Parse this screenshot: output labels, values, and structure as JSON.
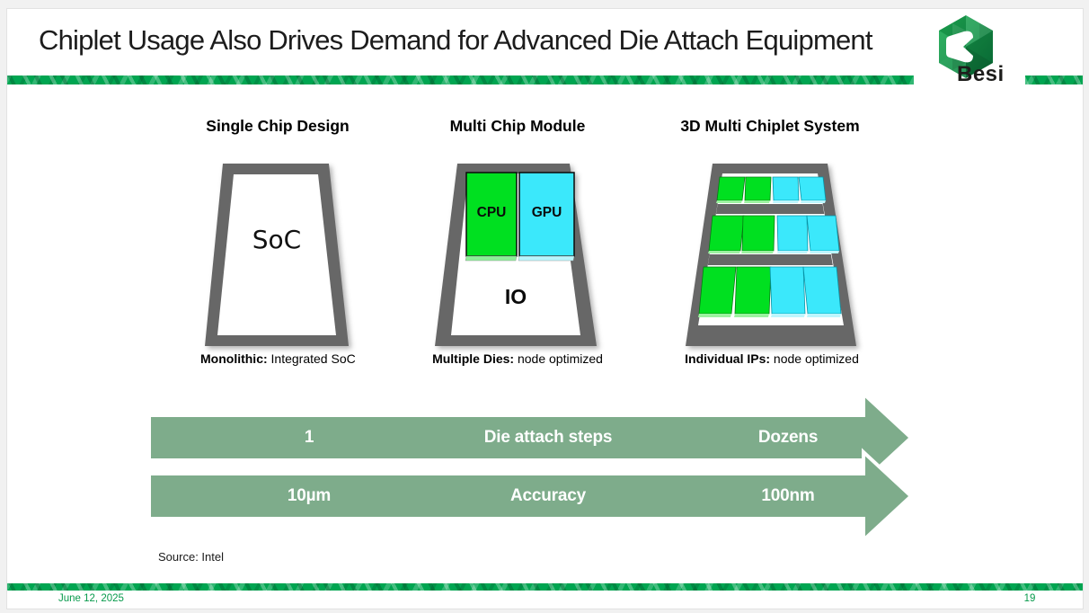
{
  "slide": {
    "title": "Chiplet Usage Also Drives Demand for Advanced Die Attach Equipment",
    "logo_text": "Besi",
    "source": "Source: Intel",
    "date": "June 12, 2025",
    "page_number": "19"
  },
  "columns": [
    {
      "header": "Single Chip Design",
      "chip_label": "SoC",
      "caption_bold": "Monolithic:",
      "caption_rest": " Integrated SoC"
    },
    {
      "header": "Multi Chip Module",
      "die_labels": {
        "cpu": "CPU",
        "gpu": "GPU",
        "io": "IO"
      },
      "caption_bold": "Multiple Dies:",
      "caption_rest": " node optimized"
    },
    {
      "header": "3D Multi Chiplet System",
      "caption_bold": "Individual IPs:",
      "caption_rest": " node optimized"
    }
  ],
  "arrows": [
    {
      "left_value": "1",
      "label": "Die attach steps",
      "right_value": "Dozens"
    },
    {
      "left_value": "10µm",
      "label": "Accuracy",
      "right_value": "100nm"
    }
  ],
  "colors": {
    "brand_green": "#00A551",
    "footer_text_green": "#089A4C",
    "arrow_green": "#7EAC8B",
    "die_green": "#00E020",
    "die_cyan": "#3BE8FB",
    "chip_frame_gray": "#676767"
  }
}
